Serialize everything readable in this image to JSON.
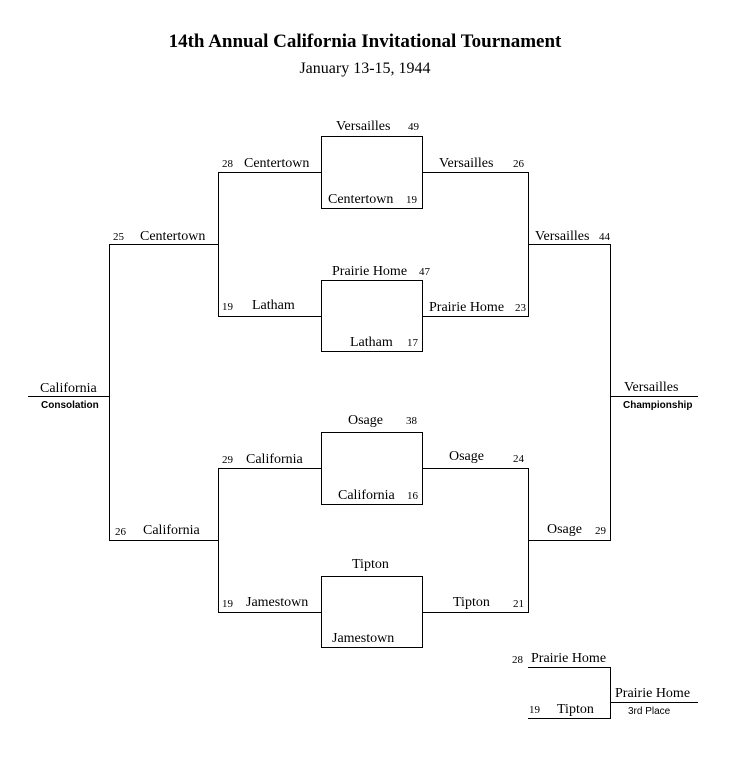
{
  "title": "14th Annual California Invitational Tournament",
  "subtitle": "January 13-15, 1944",
  "first_round": {
    "g1": {
      "top_team": "Versailles",
      "top_score": "49",
      "bottom_team": "Centertown",
      "bottom_score": "19"
    },
    "g2": {
      "top_team": "Prairie Home",
      "top_score": "47",
      "bottom_team": "Latham",
      "bottom_score": "17"
    },
    "g3": {
      "top_team": "Osage",
      "top_score": "38",
      "bottom_team": "California",
      "bottom_score": "16"
    },
    "g4": {
      "top_team": "Tipton",
      "bottom_team": "Jamestown"
    }
  },
  "consolation_bracket": {
    "semis": [
      {
        "score": "28",
        "team": "Centertown"
      },
      {
        "score": "19",
        "team": "Latham"
      },
      {
        "score": "29",
        "team": "California"
      },
      {
        "score": "19",
        "team": "Jamestown"
      }
    ],
    "final": [
      {
        "score": "25",
        "team": "Centertown"
      },
      {
        "score": "26",
        "team": "California"
      }
    ],
    "winner": "California",
    "label": "Consolation"
  },
  "championship_bracket": {
    "semis": [
      {
        "team": "Versailles",
        "score": "26"
      },
      {
        "team": "Prairie Home",
        "score": "23"
      },
      {
        "team": "Osage",
        "score": "24"
      },
      {
        "team": "Tipton",
        "score": "21"
      }
    ],
    "final": [
      {
        "team": "Versailles",
        "score": "44"
      },
      {
        "team": "Osage",
        "score": "29"
      }
    ],
    "winner": "Versailles",
    "label": "Championship"
  },
  "third_place": {
    "top": {
      "score": "28",
      "team": "Prairie Home"
    },
    "bottom": {
      "score": "19",
      "team": "Tipton"
    },
    "winner": "Prairie Home",
    "label": "3rd Place"
  }
}
